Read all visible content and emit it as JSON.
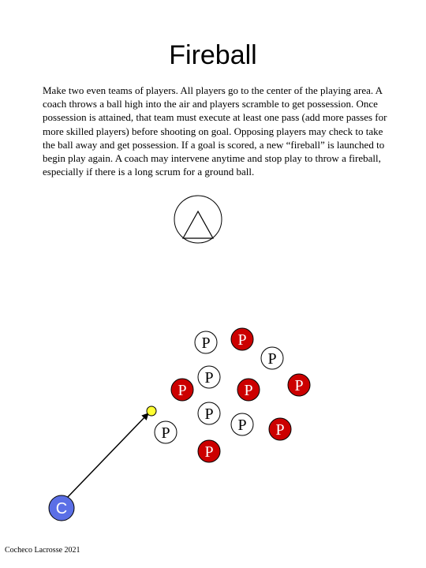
{
  "title": "Fireball",
  "description": "Make two even teams of players. All players go to the center of the playing area.  A coach throws a ball high into the air and players scramble to get possession. Once possession is attained, that team must execute at least one pass (add more passes for more skilled players) before shooting on goal.  Opposing players may check to take the ball away and get possession.  If a goal is scored, a new “fireball” is launched to begin play again.  A coach may intervene anytime and stop play to throw a fireball, especially if there is a long scrum for a ground ball.",
  "footer": "Cocheco Lacrosse 2021",
  "colors": {
    "team_red": "#cc0000",
    "team_white": "#ffffff",
    "coach": "#5b6fe6",
    "ball": "#ffff33"
  },
  "icons": {
    "goal": "goal-crease-triangle-icon",
    "ball": "ball-icon",
    "pass_arrow": "throw-arrow-icon"
  },
  "player_label": "P",
  "coach_label": "C",
  "players": [
    {
      "team": "white"
    },
    {
      "team": "red"
    },
    {
      "team": "white"
    },
    {
      "team": "white"
    },
    {
      "team": "red"
    },
    {
      "team": "red"
    },
    {
      "team": "red"
    },
    {
      "team": "white"
    },
    {
      "team": "white"
    },
    {
      "team": "white"
    },
    {
      "team": "red"
    },
    {
      "team": "red"
    }
  ]
}
